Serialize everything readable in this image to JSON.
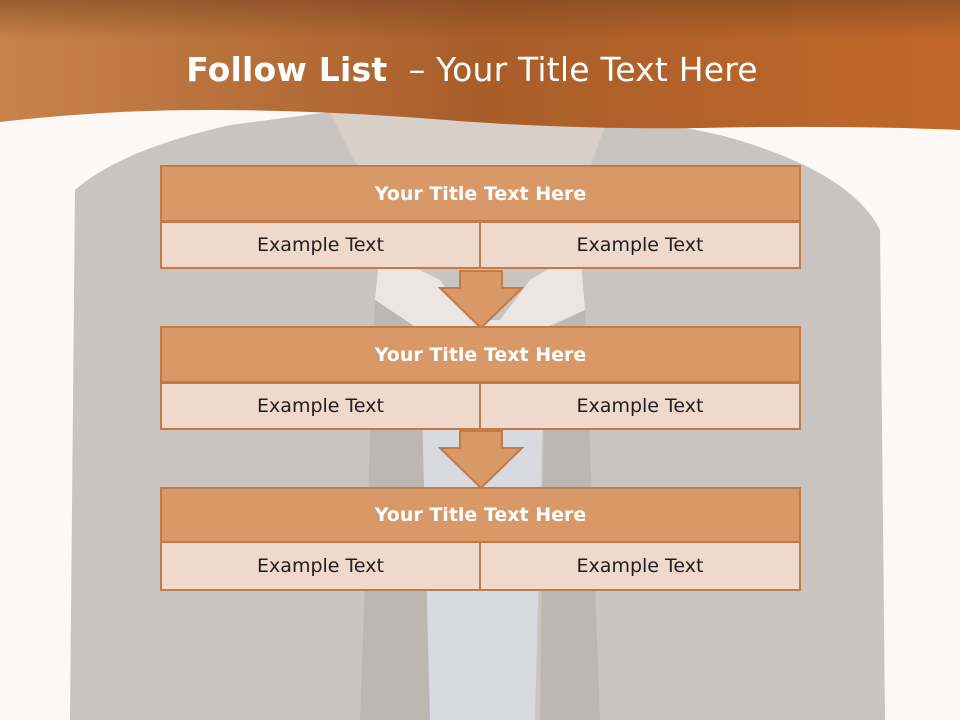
{
  "slide": {
    "title_bold": "Follow List",
    "title_rest": "  – Your Title Text Here"
  },
  "blocks": [
    {
      "title": "Your Title Text Here",
      "left": "Example Text",
      "right": "Example Text"
    },
    {
      "title": "Your Title Text Here",
      "left": "Example Text",
      "right": "Example Text"
    },
    {
      "title": "Your Title Text Here",
      "left": "Example Text",
      "right": "Example Text"
    }
  ],
  "colors": {
    "header_band": "#c06a2c",
    "block_title_fill": "#d89868",
    "block_cell_fill": "#efd8cc",
    "border": "#c47a44"
  }
}
